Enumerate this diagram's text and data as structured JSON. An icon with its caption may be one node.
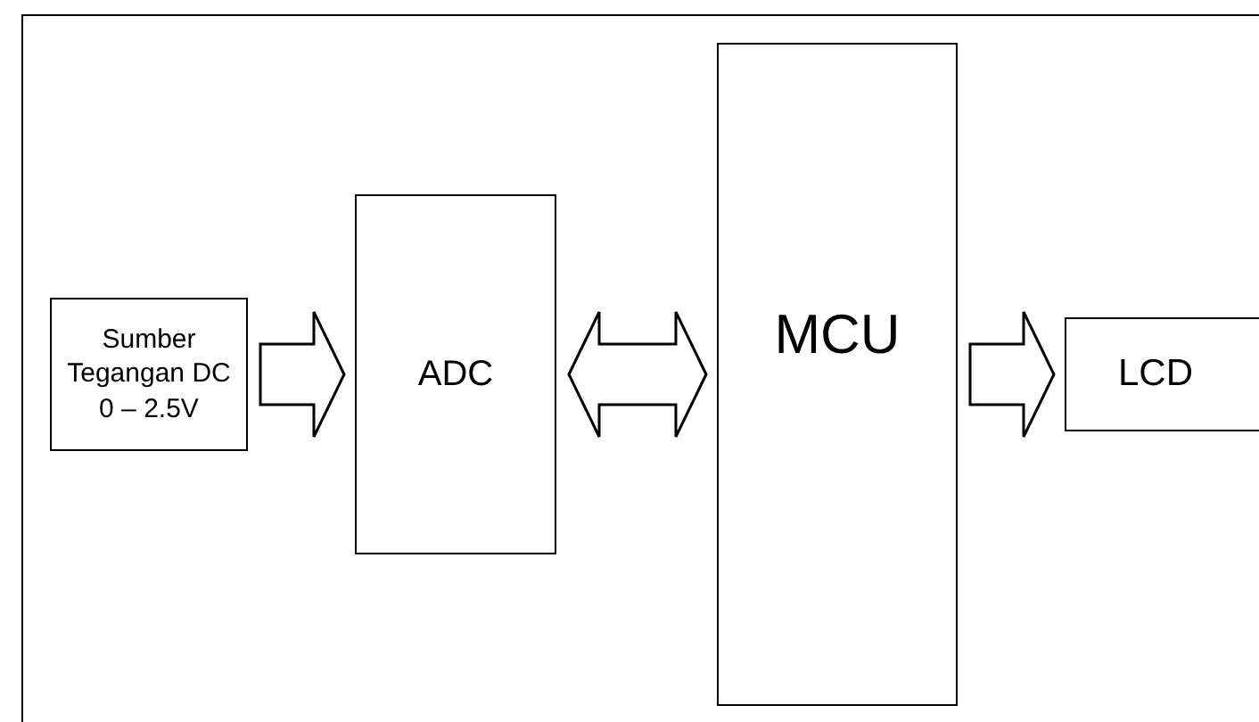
{
  "diagram": {
    "nodes": [
      {
        "text": [
          "Sumber Tegangan DC 0 – 2.5V"
        ]
      },
      {
        "text": [
          "ADC"
        ]
      },
      {
        "text": [
          "MCU"
        ]
      },
      {
        "text": [
          "LCD"
        ]
      }
    ],
    "edges": [
      {
        "from": 0,
        "to": 1,
        "arrow": "to"
      },
      {
        "from": 1,
        "to": 2,
        "arrow": "both"
      },
      {
        "from": 2,
        "to": 3,
        "arrow": "to"
      }
    ]
  }
}
